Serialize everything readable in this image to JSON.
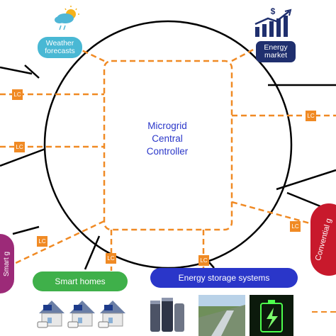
{
  "controller": {
    "line1": "Microgrid",
    "line2": "Central",
    "line3": "Controller"
  },
  "weather": {
    "line1": "Weather",
    "line2": "forecasts",
    "icon": "sun-cloud-icon"
  },
  "energy_market": {
    "line1": "Energy",
    "line2": "market",
    "icon": "bar-chart-dollar-icon"
  },
  "smart_homes": {
    "label": "Smart homes",
    "icon": "house-solar-icon"
  },
  "energy_storage": {
    "label": "Energy storage systems",
    "icons": [
      "battery-cells-icon",
      "dam-icon",
      "battery-charging-icon"
    ]
  },
  "conventional_gen": {
    "label": "Convential g"
  },
  "smart_left": {
    "label": "Smart g"
  },
  "lc_label": "LC",
  "colors": {
    "orange": "#f08a24",
    "weather_blue": "#49b8d4",
    "market_navy": "#1f2f6e",
    "homes_green": "#3fb04a",
    "storage_blue": "#2a36c9",
    "conv_red": "#c8192c",
    "smart_purple": "#9c2a78"
  }
}
